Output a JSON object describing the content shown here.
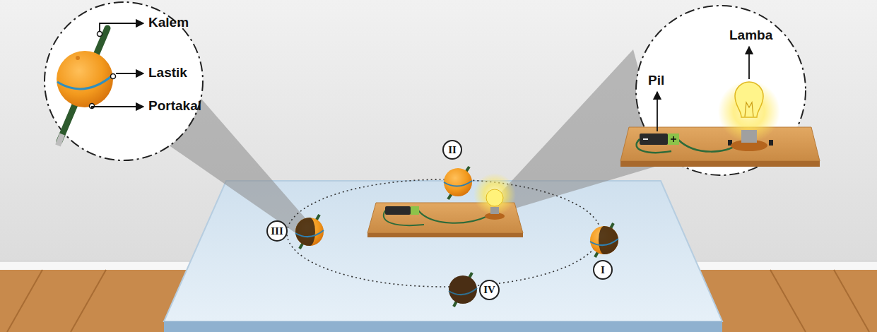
{
  "diagram": {
    "nodes": [
      {
        "text": [
          "II"
        ]
      },
      {
        "text": [
          "III"
        ]
      },
      {
        "text": [
          "I"
        ]
      },
      {
        "text": [
          "IV"
        ]
      }
    ],
    "labels": [
      "Kalem",
      "Lastik",
      "Portakal",
      "Pil",
      "Lamba"
    ]
  }
}
